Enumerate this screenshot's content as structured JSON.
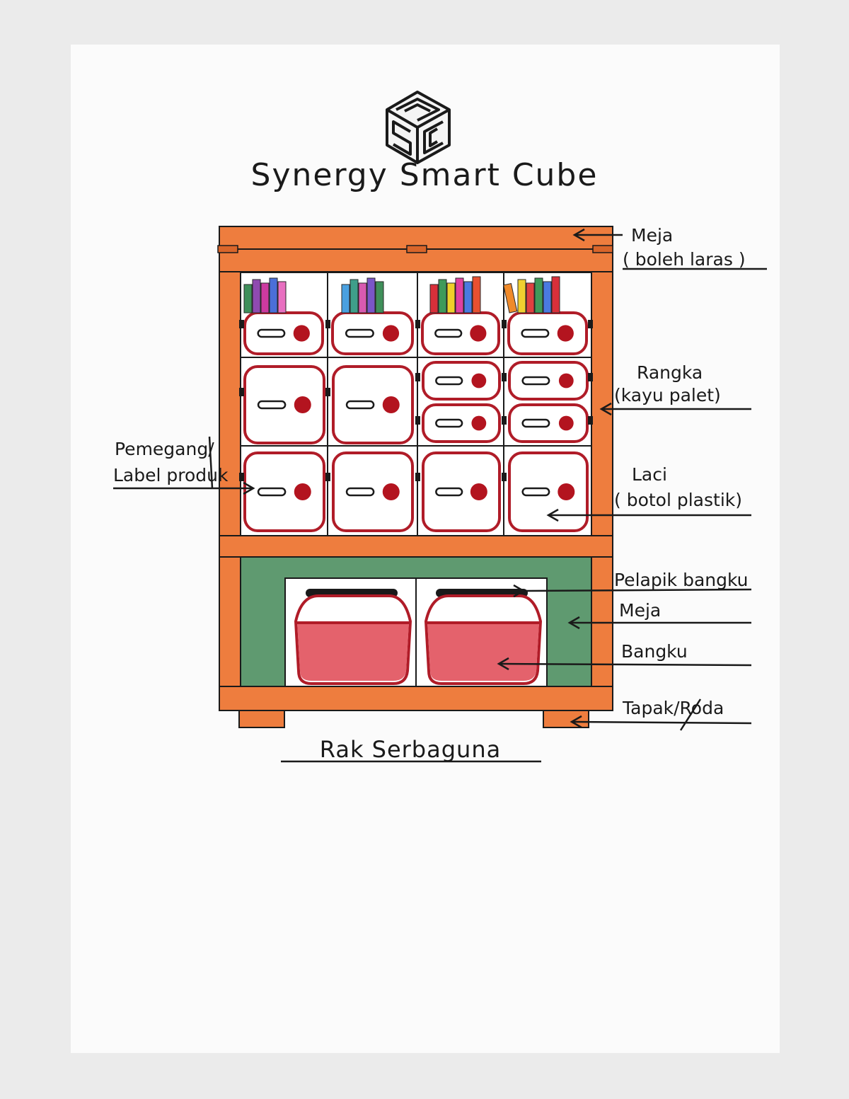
{
  "title": "Synergy Smart Cube",
  "logo_text": "SSC",
  "caption": "Rak Serbaguna",
  "labels": {
    "meja_top": "Meja",
    "meja_top_sub": "( boleh laras )",
    "rangka": "Rangka",
    "rangka_sub": "(kayu palet)",
    "pemegang": "Pemegang/",
    "pemegang_sub": "Label produk",
    "laci": "Laci",
    "laci_sub": "( botol plastik)",
    "pelapik": "Pelapik bangku",
    "meja_bottom": "Meja",
    "bangku": "Bangku",
    "tapak": "Tapak/Roda"
  },
  "colors": {
    "frame": "#ee7d3e",
    "frame_dark": "#d9652a",
    "bin_outline": "#b01c28",
    "knob": "#b3141f",
    "table_green": "#5f9a70",
    "stool_red": "#e4626c"
  }
}
